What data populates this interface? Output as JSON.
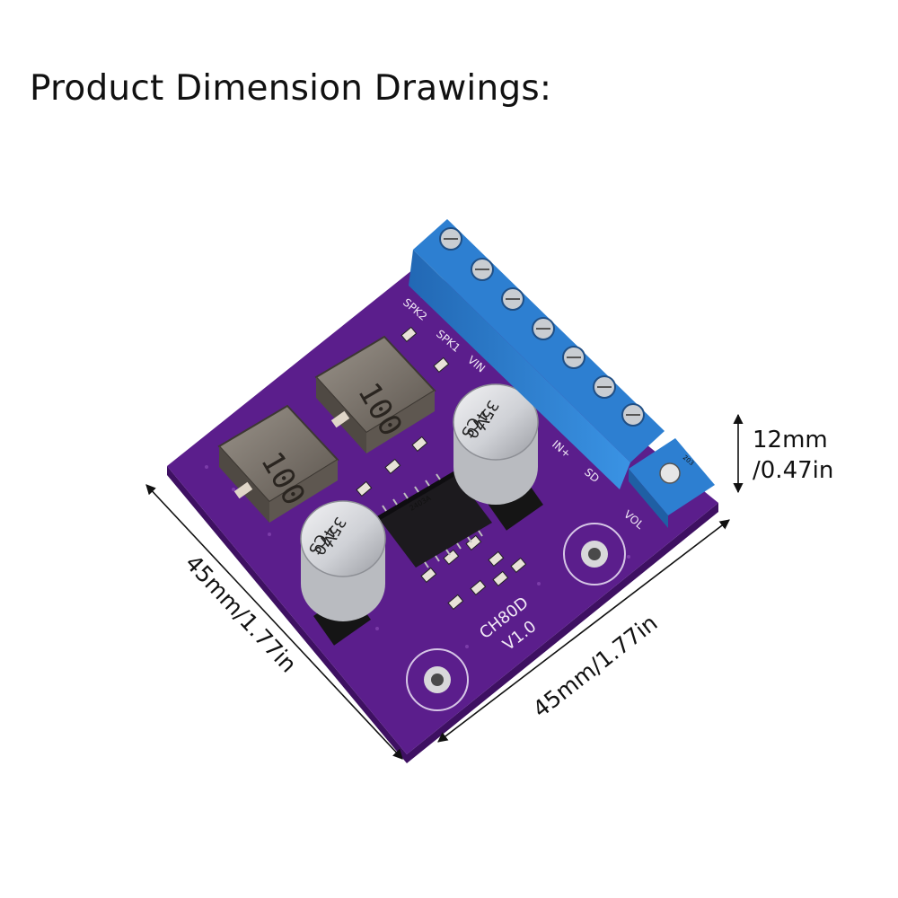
{
  "title": "Product Dimension Drawings:",
  "dimensions": {
    "left_edge": "45mm/1.77in",
    "bottom_edge": "45mm/1.77in",
    "height_line1": "12mm",
    "height_line2": "/0.47in"
  },
  "board": {
    "model_line1": "CH80D",
    "model_line2": "V1.0",
    "terminal_labels": [
      "SPK2",
      "SPK1",
      "VIN"
    ],
    "input_labels": [
      "IN+",
      "SD",
      "VOL"
    ],
    "capacitor_label": [
      "35V",
      "470",
      "CS"
    ],
    "inductor_label": "100",
    "chip_marking": "2403A",
    "pot_marking": "203"
  },
  "colors": {
    "pcb": "#5b1e8c",
    "terminal_block": "#2d7fd1",
    "capacitor": "#d7d8dc",
    "inductor": "#7c746c"
  }
}
